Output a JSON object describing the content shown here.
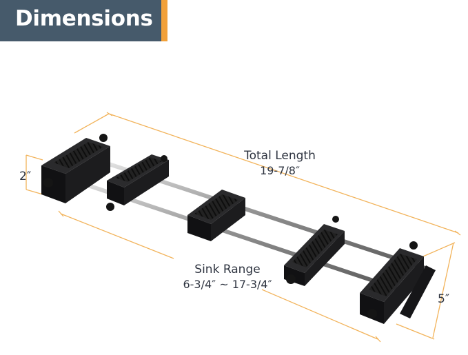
{
  "banner": {
    "title": "Dimensions",
    "bg_color": "#465a6b",
    "accent_color": "#f2a13a"
  },
  "dimensions": {
    "total_length": {
      "label": "Total Length",
      "value": "19-7/8″"
    },
    "sink_range": {
      "label": "Sink Range",
      "value": "6-3/4″ ~ 17-3/4″"
    },
    "height": {
      "value": "2″"
    },
    "width": {
      "value": "5″"
    }
  },
  "colors": {
    "dimension_line": "#f2b35a",
    "block": "#1d1d1f",
    "rod": "#9a9a9a"
  }
}
